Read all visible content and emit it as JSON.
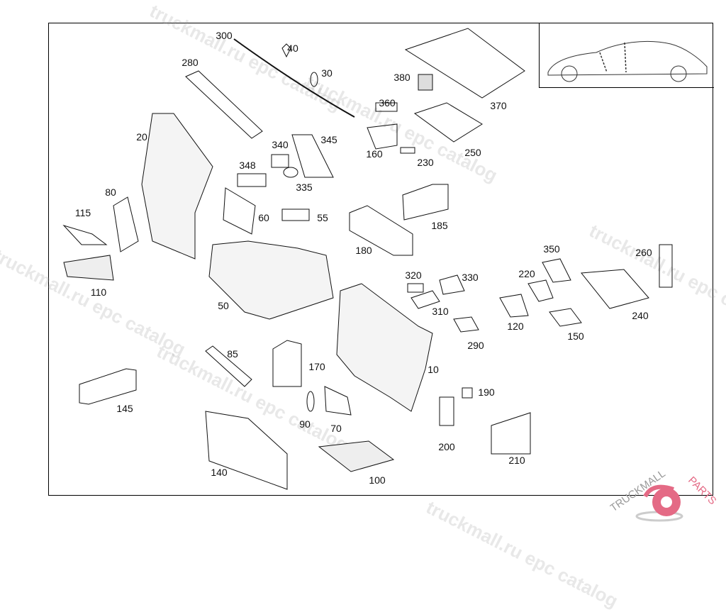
{
  "watermark_text": "truckmall.ru epc catalog",
  "logo": {
    "text_left": "TRUCKMALL",
    "text_right": "PARTS",
    "gear_color": "#e46a85",
    "text_color": "#999999"
  },
  "labels": [
    "300",
    "40",
    "30",
    "280",
    "380",
    "370",
    "360",
    "20",
    "340",
    "345",
    "160",
    "230",
    "250",
    "348",
    "335",
    "80",
    "115",
    "60",
    "55",
    "185",
    "180",
    "350",
    "260",
    "220",
    "320",
    "330",
    "110",
    "310",
    "50",
    "240",
    "120",
    "150",
    "290",
    "85",
    "170",
    "10",
    "190",
    "145",
    "90",
    "70",
    "200",
    "210",
    "140",
    "100"
  ]
}
